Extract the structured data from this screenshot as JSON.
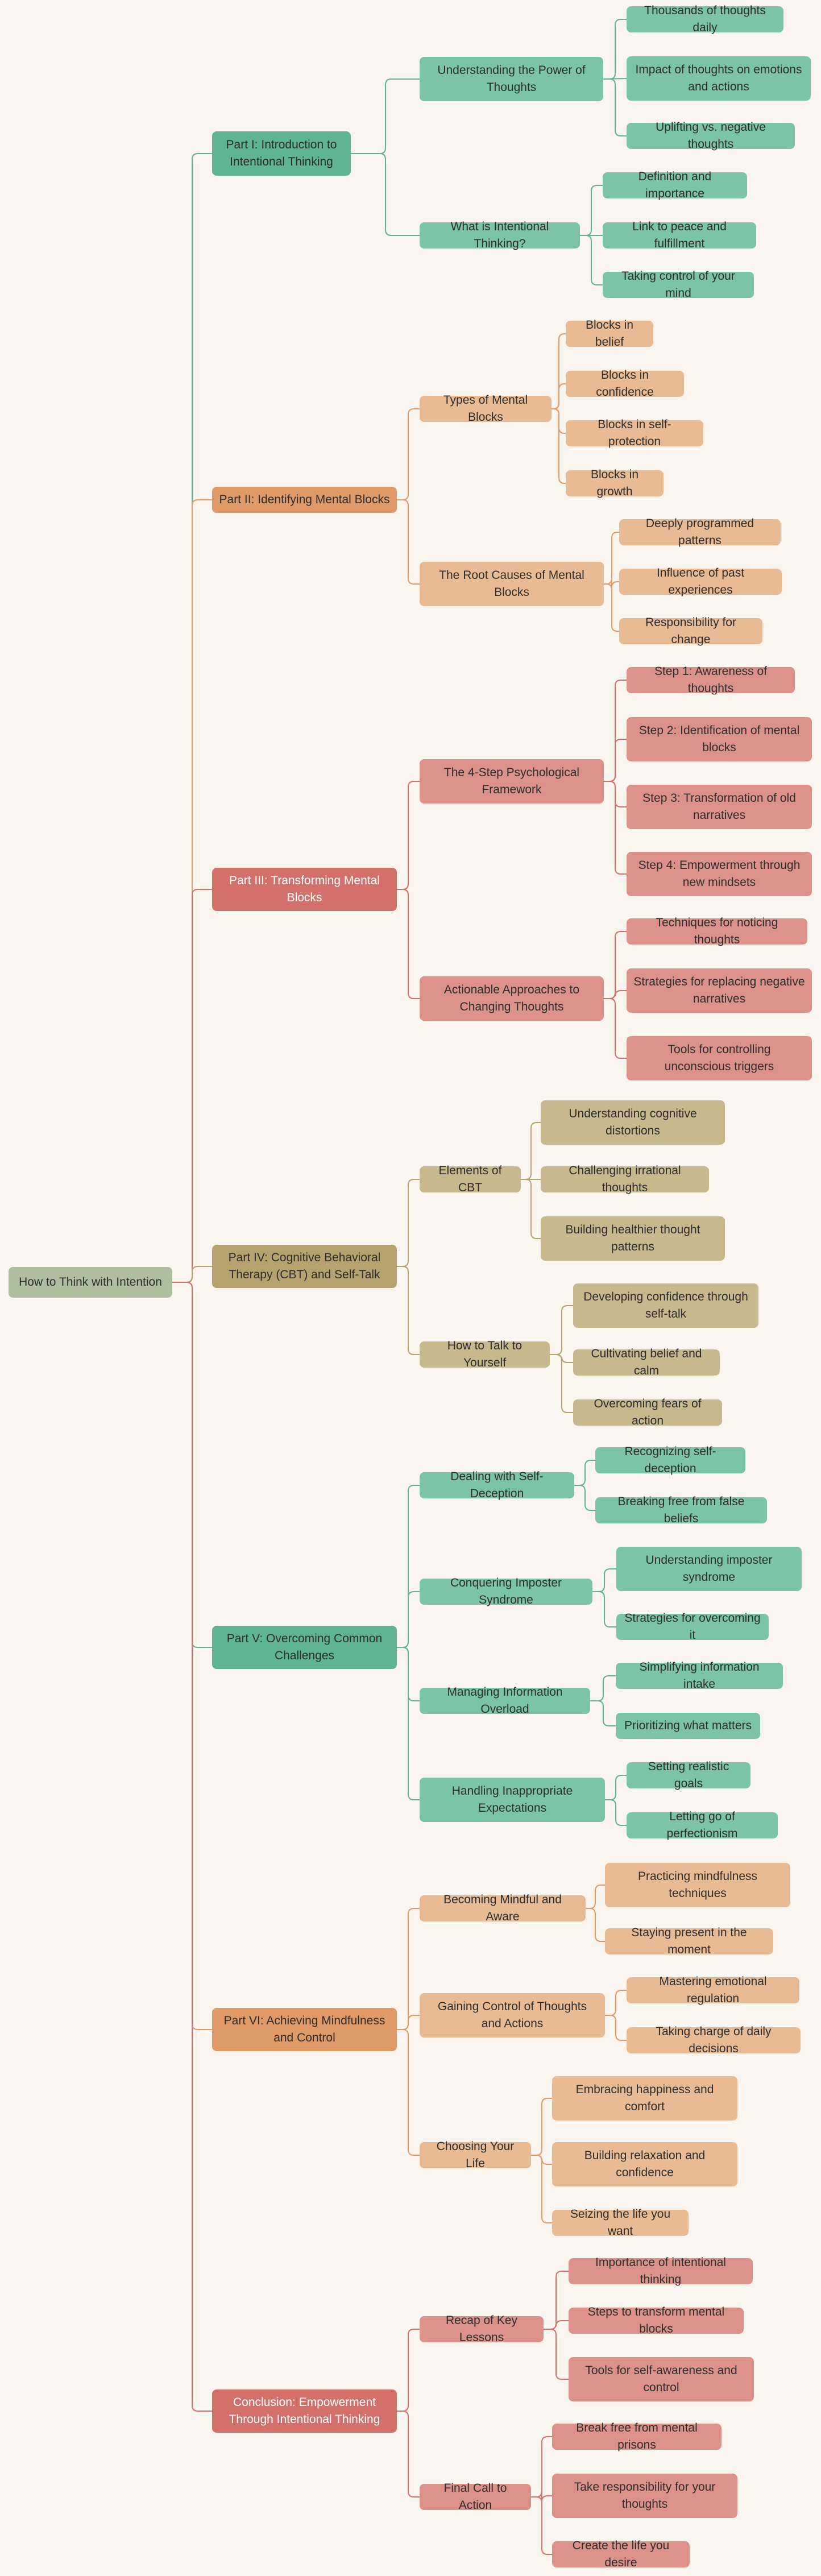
{
  "title": "How to Think with Intention",
  "colors": {
    "root": "#adbf9f",
    "green": [
      "#5fb590",
      "#7cc4a6"
    ],
    "orange": [
      "#e09a68",
      "#e9bb94"
    ],
    "red": [
      "#d4706a",
      "#dc918b"
    ],
    "khaki": [
      "#b5a26e",
      "#c8b88d"
    ]
  },
  "parts": [
    {
      "label": "Part I: Introduction to Intentional Thinking",
      "color": "green",
      "topics": [
        {
          "label": "Understanding the Power of Thoughts",
          "items": [
            "Thousands of thoughts daily",
            "Impact of thoughts on emotions and actions",
            "Uplifting vs. negative thoughts"
          ]
        },
        {
          "label": "What is Intentional Thinking?",
          "items": [
            "Definition and importance",
            "Link to peace and fulfillment",
            "Taking control of your mind"
          ]
        }
      ]
    },
    {
      "label": "Part II: Identifying Mental Blocks",
      "color": "orange",
      "topics": [
        {
          "label": "Types of Mental Blocks",
          "items": [
            "Blocks in belief",
            "Blocks in confidence",
            "Blocks in self-protection",
            "Blocks in growth"
          ]
        },
        {
          "label": "The Root Causes of Mental Blocks",
          "items": [
            "Deeply programmed patterns",
            "Influence of past experiences",
            "Responsibility for change"
          ]
        }
      ]
    },
    {
      "label": "Part III: Transforming Mental Blocks",
      "color": "red",
      "topics": [
        {
          "label": "The 4-Step Psychological Framework",
          "items": [
            "Step 1: Awareness of thoughts",
            "Step 2: Identification of mental blocks",
            "Step 3: Transformation of old narratives",
            "Step 4: Empowerment through new mindsets"
          ]
        },
        {
          "label": "Actionable Approaches to Changing Thoughts",
          "items": [
            "Techniques for noticing thoughts",
            "Strategies for replacing negative narratives",
            "Tools for controlling unconscious triggers"
          ]
        }
      ]
    },
    {
      "label": "Part IV: Cognitive Behavioral Therapy (CBT) and Self-Talk",
      "color": "khaki",
      "topics": [
        {
          "label": "Elements of CBT",
          "items": [
            "Understanding cognitive distortions",
            "Challenging irrational thoughts",
            "Building healthier thought patterns"
          ]
        },
        {
          "label": "How to Talk to Yourself",
          "items": [
            "Developing confidence through self-talk",
            "Cultivating belief and calm",
            "Overcoming fears of action"
          ]
        }
      ]
    },
    {
      "label": "Part V: Overcoming Common Challenges",
      "color": "green",
      "topics": [
        {
          "label": "Dealing with Self-Deception",
          "items": [
            "Recognizing self-deception",
            "Breaking free from false beliefs"
          ]
        },
        {
          "label": "Conquering Imposter Syndrome",
          "items": [
            "Understanding imposter syndrome",
            "Strategies for overcoming it"
          ]
        },
        {
          "label": "Managing Information Overload",
          "items": [
            "Simplifying information intake",
            "Prioritizing what matters"
          ]
        },
        {
          "label": "Handling Inappropriate Expectations",
          "items": [
            "Setting realistic goals",
            "Letting go of perfectionism"
          ]
        }
      ]
    },
    {
      "label": "Part VI: Achieving Mindfulness and Control",
      "color": "orange",
      "topics": [
        {
          "label": "Becoming Mindful and Aware",
          "items": [
            "Practicing mindfulness techniques",
            "Staying present in the moment"
          ]
        },
        {
          "label": "Gaining Control of Thoughts and Actions",
          "items": [
            "Mastering emotional regulation",
            "Taking charge of daily decisions"
          ]
        },
        {
          "label": "Choosing Your Life",
          "items": [
            "Embracing happiness and comfort",
            "Building relaxation and confidence",
            "Seizing the life you want"
          ]
        }
      ]
    },
    {
      "label": "Conclusion: Empowerment Through Intentional Thinking",
      "color": "red",
      "topics": [
        {
          "label": "Recap of Key Lessons",
          "items": [
            "Importance of intentional thinking",
            "Steps to transform mental blocks",
            "Tools for self-awareness and control"
          ]
        },
        {
          "label": "Final Call to Action",
          "items": [
            "Break free from mental prisons",
            "Take responsibility for your thoughts",
            "Create the life you desire"
          ]
        }
      ]
    }
  ]
}
